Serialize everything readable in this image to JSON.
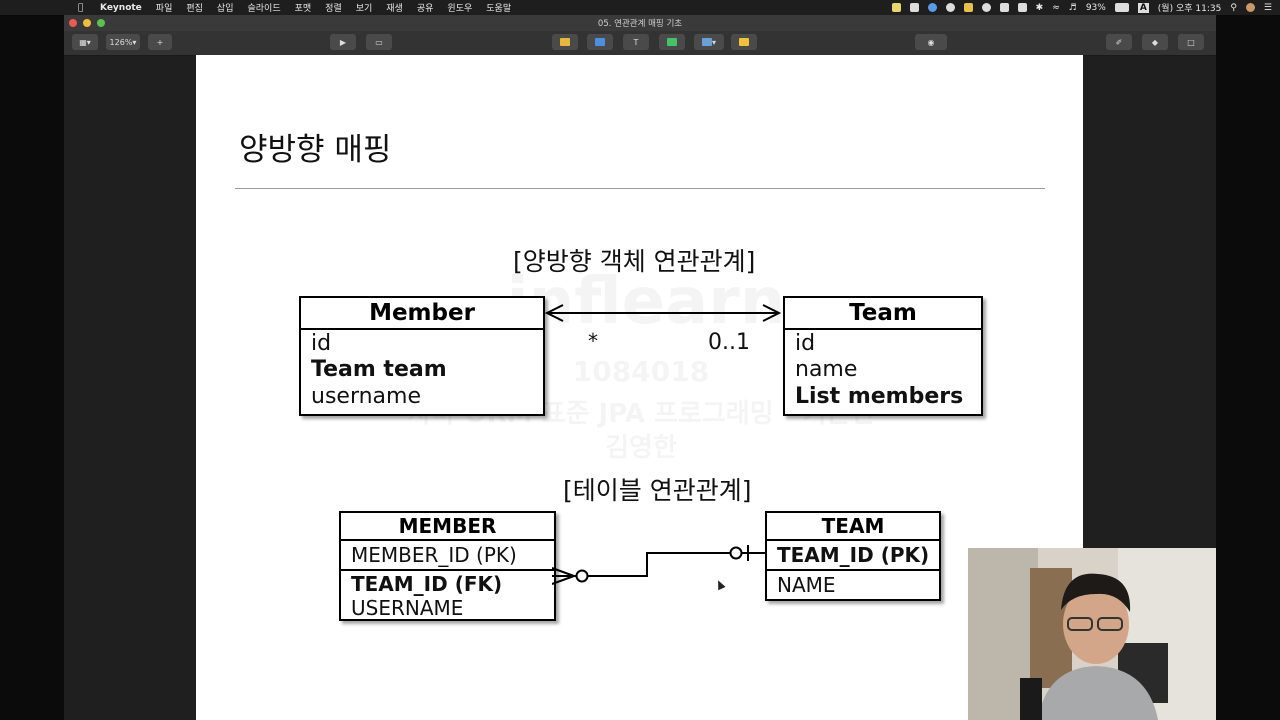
{
  "menubar": {
    "app_name": "Keynote",
    "menus": [
      "파일",
      "편집",
      "삽입",
      "슬라이드",
      "포맷",
      "정렬",
      "보기",
      "재생",
      "공유",
      "윈도우",
      "도움말"
    ],
    "battery": "93%",
    "input_source": "A",
    "clock": "(월) 오후 11:35"
  },
  "window": {
    "title": "05. 연관관계 매핑 기초",
    "zoom": "126%",
    "add_label": "+"
  },
  "slide": {
    "title": "양방향 매핑",
    "object_heading": "[양방향 객체 연관관계]",
    "table_heading": "[테이블 연관관계]",
    "member_class": {
      "name": "Member",
      "fields": [
        "id",
        "Team team",
        "username"
      ]
    },
    "team_class": {
      "name": "Team",
      "fields": [
        "id",
        "name",
        "List members"
      ]
    },
    "multiplicity_left": "*",
    "multiplicity_right": "0..1",
    "member_table": {
      "name": "MEMBER",
      "pk": "MEMBER_ID (PK)",
      "fk": "TEAM_ID (FK)",
      "col": "USERNAME"
    },
    "team_table": {
      "name": "TEAM",
      "pk": "TEAM_ID (PK)",
      "col": "NAME"
    },
    "watermark": {
      "logo": "inflearn",
      "id": "1084018",
      "course": "자바 ORM 표준 JPA 프로그래밍 - 기본편",
      "author": "김영한"
    }
  }
}
